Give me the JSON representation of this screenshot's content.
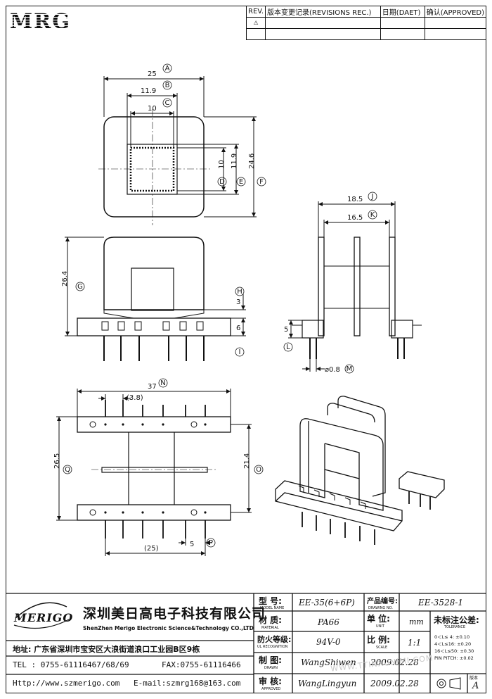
{
  "header": {
    "logo_text": "MRG",
    "rev_col": "REV.",
    "revisions_col": "版本变更记录(REVISIONS REC.)",
    "date_col": "日期(DAET)",
    "approved_col": "确认(APPROVED)",
    "rev_mark": "A"
  },
  "dimensions": {
    "top_view": [
      "25",
      "11.9",
      "10",
      "10",
      "11.9",
      "24.6"
    ],
    "top_markers": [
      "A",
      "B",
      "C",
      "D",
      "E",
      "F"
    ],
    "front_view": [
      "26.4",
      "3",
      "6"
    ],
    "front_markers": [
      "G",
      "H",
      "I"
    ],
    "side_view": [
      "18.5",
      "16.5",
      "5",
      "⌀0.8"
    ],
    "side_markers": [
      "J",
      "K",
      "L",
      "M"
    ],
    "bottom_view": [
      "37",
      "(3.8)",
      "26.5",
      "21.4",
      "(25)",
      "5"
    ],
    "bottom_markers": [
      "N",
      "Q",
      "O",
      "P"
    ]
  },
  "title_block": {
    "company_logo": "MERIGO",
    "company_cn": "深圳美日高电子科技有限公司",
    "company_en": "ShenZhen Merigo Electronic Science&Technology CO.,LTD",
    "address": "地址: 广东省深圳市宝安区大浪街道浪口工业园B区9栋",
    "tel": "TEL : 0755-61116467/68/69",
    "fax": "FAX:0755-61116466",
    "http": "Http://www.szmerigo.com",
    "email": "E-mail:szmrg168@163.com",
    "model_label": "型 号:",
    "model_sub": "MODEL NAME",
    "model_value": "EE-35(6+6P)",
    "drawing_label": "产品编号:",
    "drawing_sub": "DRAWING NO.",
    "drawing_value": "EE-3528-1",
    "material_label": "材 质:",
    "material_sub": "MATERIAL",
    "material_value": "PA66",
    "unit_label": "单 位:",
    "unit_sub": "UNIT",
    "unit_value": "mm",
    "tolerance_label": "未标注公差:",
    "tolerance_sub": "TOLERANCE",
    "flame_label": "防火等级:",
    "flame_sub": "UL RECOGNITION",
    "flame_value": "94V-0",
    "scale_label": "比 例:",
    "scale_sub": "SCALE",
    "scale_value": "1:1",
    "drawn_label": "制 图:",
    "drawn_sub": "DRAWN",
    "drawn_value": "WangShiwen",
    "drawn_date": "2009.02.28",
    "approved_label": "审 核:",
    "approved_sub": "APPROVED",
    "approved_value": "WangLingyun",
    "approved_date": "2009.02.28",
    "tolerances": [
      "0＜L≤ 4:  ±0.10",
      "4＜L≤16:  ±0.20",
      "16＜L≤50:  ±0.30",
      "PIN PITCH:  ±0.02"
    ],
    "rev_label": "版本",
    "rev_value": "A",
    "watermark": "WWW.TTINXUNIMI.COM"
  }
}
